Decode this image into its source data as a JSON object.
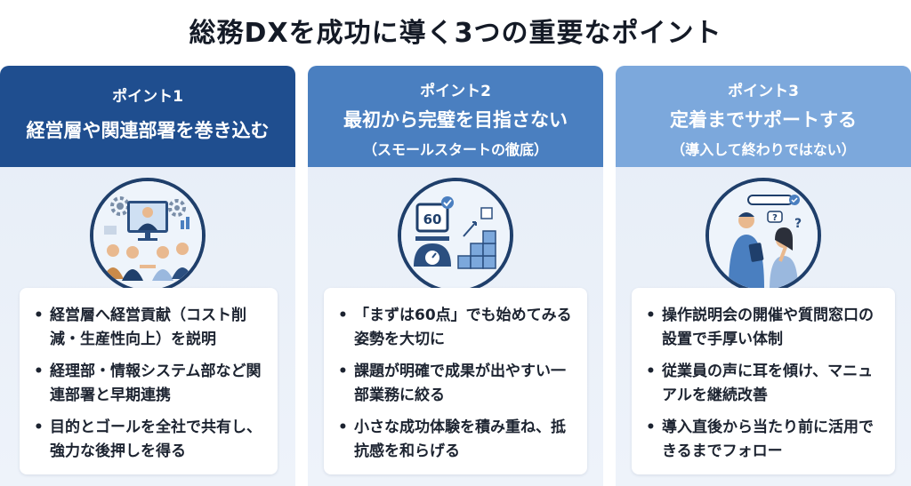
{
  "title": "総務DXを成功に導く3つの重要なポイント",
  "cards": [
    {
      "label": "ポイント1",
      "subtitle": "経営層や関連部署を巻き込む",
      "items": [
        "経営層へ経営貢献（コスト削減・生産性向上）を説明",
        "経理部・情報システム部など関連部署と早期連携",
        "目的とゴールを全社で共有し、強力な後押しを得る"
      ]
    },
    {
      "label": "ポイント2",
      "subtitle": "最初から完璧を目指さない",
      "note": "（スモールスタートの徹底）",
      "illustration_text": "60",
      "items": [
        "「まずは60点」でも始めてみる姿勢を大切に",
        "課題が明確で成果が出やすい一部業務に絞る",
        "小さな成功体験を積み重ね、抵抗感を和らげる"
      ]
    },
    {
      "label": "ポイント3",
      "subtitle": "定着までサポートする",
      "note": "（導入して終わりではない）",
      "items": [
        "操作説明会の開催や質問窓口の設置で手厚い体制",
        "従業員の声に耳を傾け、マニュアルを継続改善",
        "導入直後から当たり前に活用できるまでフォロー"
      ]
    }
  ],
  "colors": {
    "header1": "#1f4e8f",
    "header2": "#4a7fc0",
    "header3": "#7ca8dc",
    "card_bg": "#e6edf7",
    "outline": "#1f3f6b"
  },
  "icons": [
    "meeting-illustration-icon",
    "scale-blocks-illustration-icon",
    "support-people-illustration-icon",
    "sparkle-icon"
  ]
}
